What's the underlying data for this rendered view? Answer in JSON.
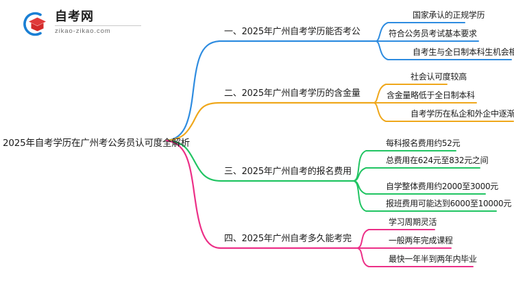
{
  "logo": {
    "name": "自考网",
    "url": "zikao-zikao.com",
    "mark_arc_color": "#1a7fd4",
    "mark_cap_color": "#e03a3a"
  },
  "mindmap": {
    "root": {
      "title": "2025年自考学历在广州考公务员认可度全解析"
    },
    "branches": [
      {
        "label": "一、2025年广州自考学历能否考公",
        "color": "#2e8ce0",
        "children": [
          {
            "label": "国家承认的正规学历"
          },
          {
            "label": "符合公务员考试基本要求"
          },
          {
            "label": "自考生与全日制本科生机会相同"
          }
        ]
      },
      {
        "label": "二、2025年广州自考学历的含金量",
        "color": "#efa71b",
        "children": [
          {
            "label": "社会认可度较高"
          },
          {
            "label": "含金量略低于全日制本科"
          },
          {
            "label": "自考学历在私企和外企中逐渐被接受"
          }
        ]
      },
      {
        "label": "三、2025年广州自考的报名费用",
        "color": "#20c462",
        "children": [
          {
            "label": "每科报名费用约52元"
          },
          {
            "label": "总费用在624元至832元之间"
          },
          {
            "label": "自学整体费用约2000至3000元"
          },
          {
            "label": "报班费用可能达到6000至10000元"
          }
        ]
      },
      {
        "label": "四、2025年广州自考多久能考完",
        "color": "#ec2f87",
        "children": [
          {
            "label": "学习周期灵活"
          },
          {
            "label": "一般两年完成课程"
          },
          {
            "label": "最快一年半到两年内毕业"
          }
        ]
      }
    ]
  }
}
